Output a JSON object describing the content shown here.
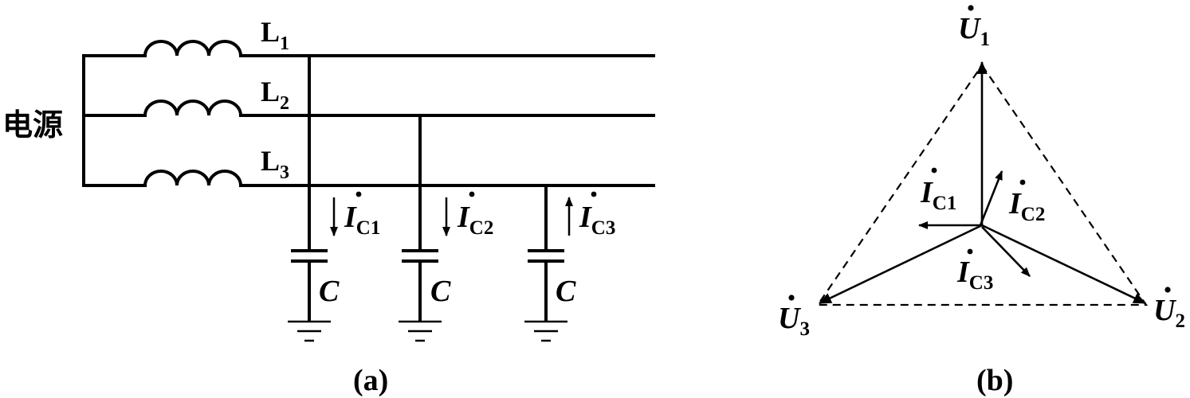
{
  "diagram_a": {
    "source_label": "电源",
    "lines": [
      {
        "letter": "L",
        "sub": "1"
      },
      {
        "letter": "L",
        "sub": "2"
      },
      {
        "letter": "L",
        "sub": "3"
      }
    ],
    "currents": [
      {
        "letter": "I",
        "sub": "C1",
        "direction": "down"
      },
      {
        "letter": "I",
        "sub": "C2",
        "direction": "down"
      },
      {
        "letter": "I",
        "sub": "C3",
        "direction": "up"
      }
    ],
    "capacitor_label": "C",
    "caption": "(a)"
  },
  "diagram_b": {
    "voltages": [
      {
        "letter": "U",
        "sub": "1"
      },
      {
        "letter": "U",
        "sub": "2"
      },
      {
        "letter": "U",
        "sub": "3"
      }
    ],
    "currents": [
      {
        "letter": "I",
        "sub": "C1"
      },
      {
        "letter": "I",
        "sub": "C2"
      },
      {
        "letter": "I",
        "sub": "C3"
      }
    ],
    "caption": "(b)"
  },
  "colors": {
    "ink": "#000000",
    "background": "#ffffff"
  }
}
